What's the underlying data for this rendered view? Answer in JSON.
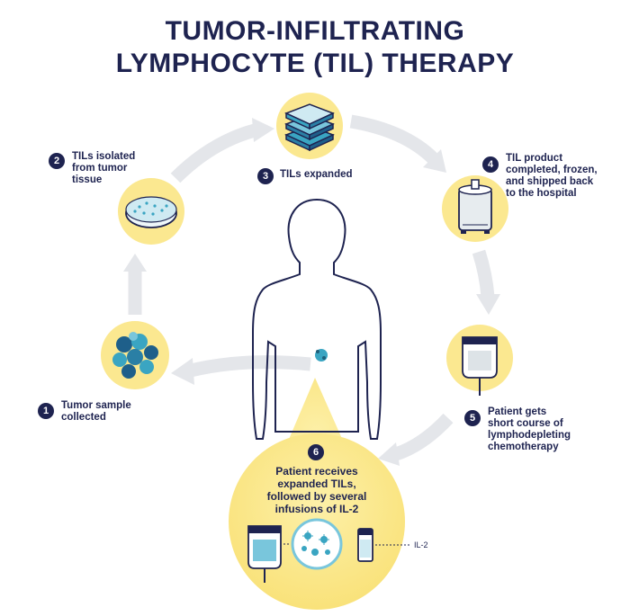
{
  "title": {
    "line1": "TUMOR-INFILTRATING",
    "line2": "LYMPHOCYTE (TIL) THERAPY"
  },
  "steps": [
    {
      "number": "1",
      "lines": [
        "Tumor sample",
        "collected"
      ]
    },
    {
      "number": "2",
      "lines": [
        "TILs isolated",
        "from tumor",
        "tissue"
      ]
    },
    {
      "number": "3",
      "lines": [
        "TILs expanded"
      ]
    },
    {
      "number": "4",
      "lines": [
        "TIL product",
        "completed, frozen,",
        "and shipped back",
        "to the hospital"
      ]
    },
    {
      "number": "5",
      "lines": [
        "Patient gets",
        "short course of",
        "lymphodepleting",
        "chemotherapy"
      ]
    },
    {
      "number": "6",
      "lines": [
        "Patient receives",
        "expanded TILs,",
        "followed by several",
        "infusions of IL-2"
      ]
    }
  ],
  "il2_label": "IL-2",
  "colors": {
    "navy": "#1e2350",
    "yellow": "#fbe890",
    "arrow": "#e4e6ea",
    "teal": "#3aa5c2",
    "light_blue": "#cfeaf2"
  }
}
